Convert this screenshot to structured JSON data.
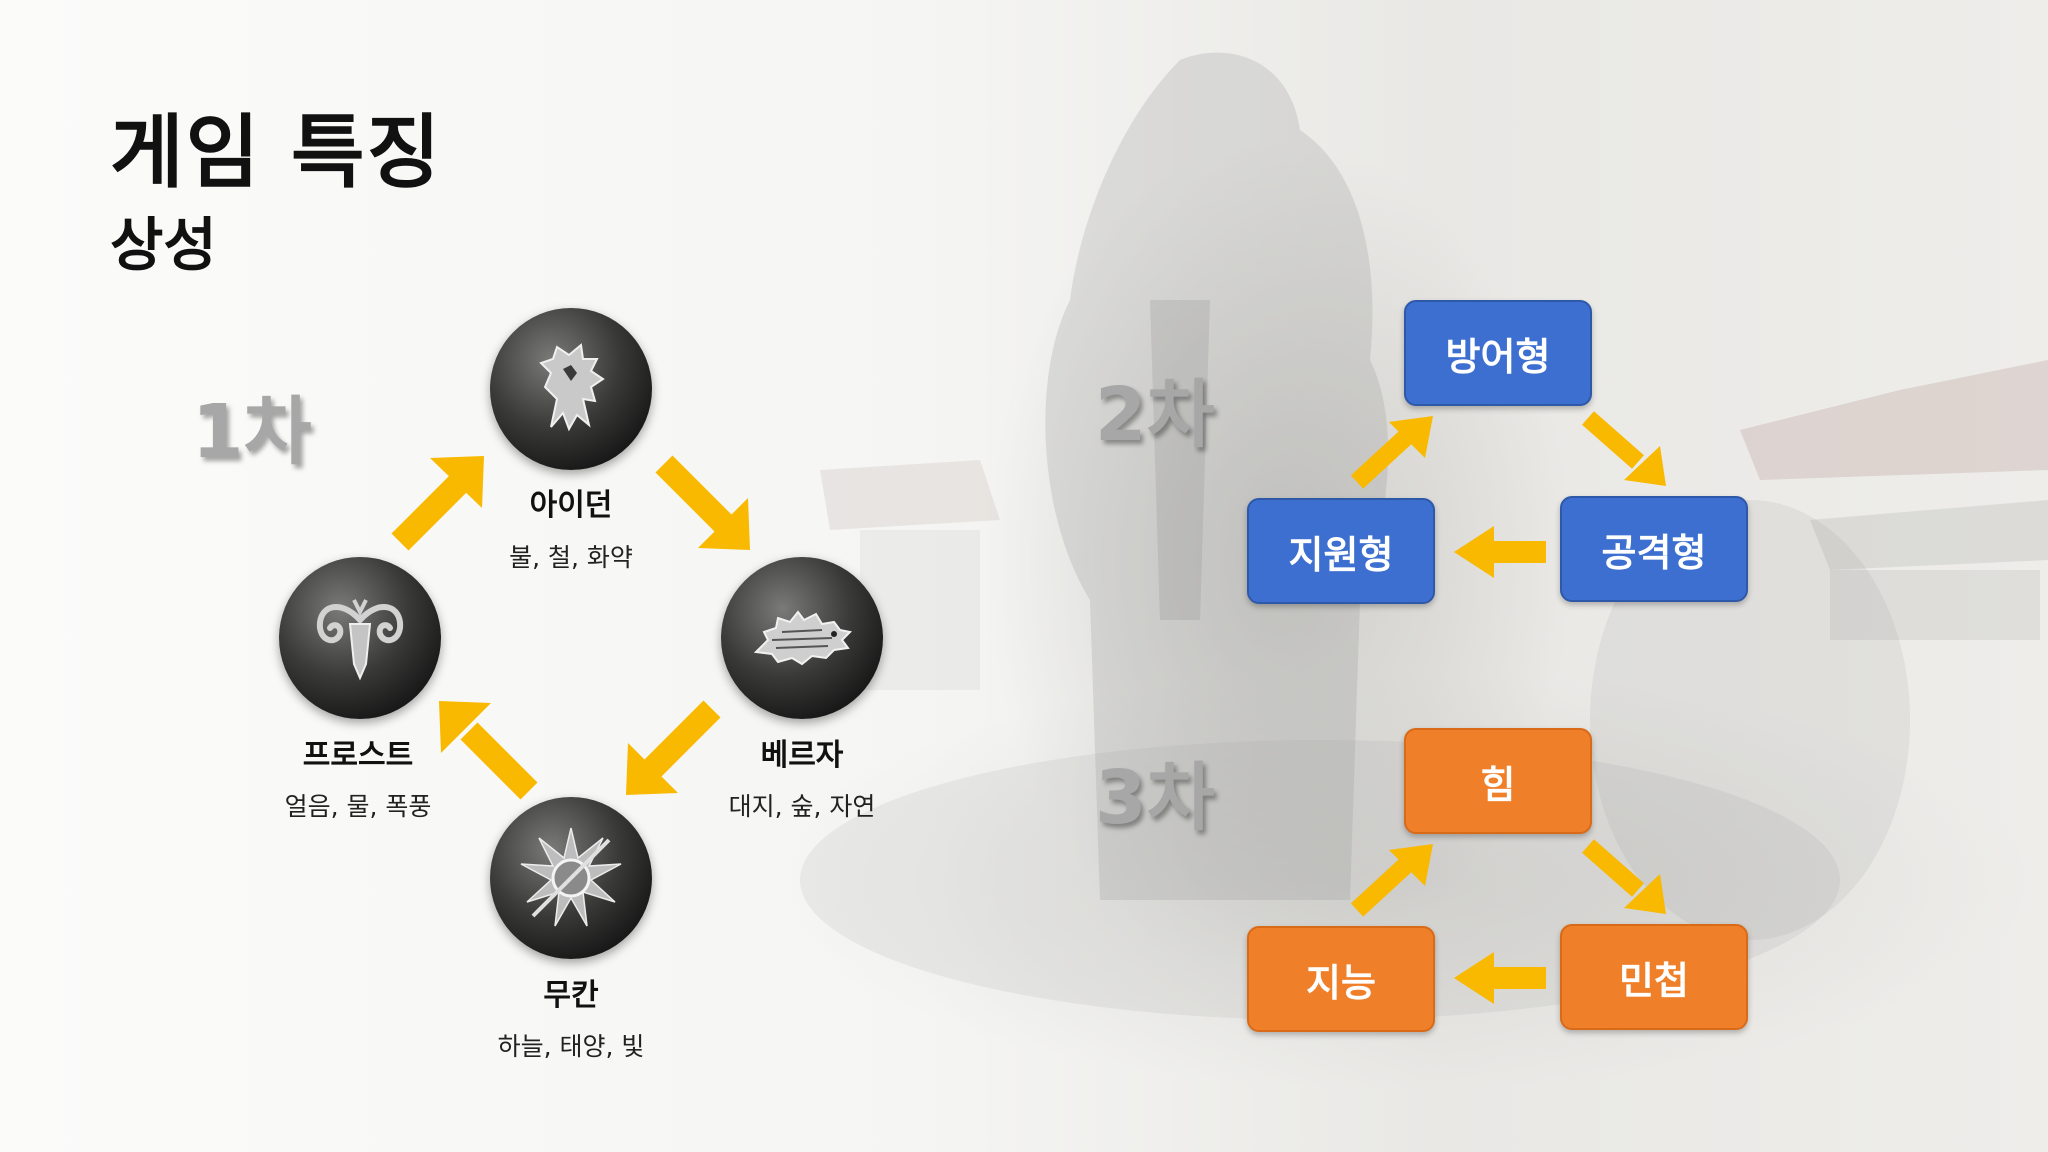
{
  "slide": {
    "title": "게임 특징",
    "subtitle": "상성"
  },
  "tier1": {
    "label": "1차",
    "houses": [
      {
        "name": "아이던",
        "elements": "불, 철, 화약",
        "icon": "lion-icon"
      },
      {
        "name": "베르자",
        "elements": "대지, 숲, 자연",
        "icon": "wolf-icon"
      },
      {
        "name": "무칸",
        "elements": "하늘, 태양, 빛",
        "icon": "sun-spear-icon"
      },
      {
        "name": "프로스트",
        "elements": "얼음, 물, 폭풍",
        "icon": "ram-icon"
      }
    ]
  },
  "tier2": {
    "label": "2차",
    "top": "방어형",
    "right": "공격형",
    "left": "지원형"
  },
  "tier3": {
    "label": "3차",
    "top": "힘",
    "right": "민첩",
    "left": "지능"
  },
  "colors": {
    "arrow": "#f8b900",
    "blue_box": "#3c6fd0",
    "orange_box": "#f07f2a",
    "emblem_dark": "#1a1a1a"
  }
}
